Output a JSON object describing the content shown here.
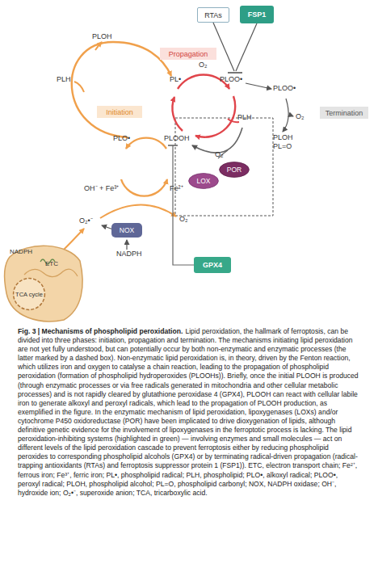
{
  "diagram": {
    "title": "Fig. 3 | Mechanisms of phospholipid peroxidation.",
    "caption": "Lipid peroxidation, the hallmark of ferroptosis, can be divided into three phases: initiation, propagation and termination. The mechanisms initiating lipid peroxidation are not yet fully understood, but can potentially occur by both non-enzymatic and enzymatic processes (the latter marked by a dashed box). Non-enzymatic lipid peroxidation is, in theory, driven by the Fenton reaction, which utilizes iron and oxygen to catalyse a chain reaction, leading to the propagation of phospholipid peroxidation (formation of phospholipid hydroperoxides (PLOOHs)). Briefly, once the initial PLOOH is produced (through enzymatic processes or via free radicals generated in mitochondria and other cellular metabolic processes) and is not rapidly cleared by glutathione peroxidase 4 (GPX4), PLOOH can react with cellular labile iron to generate alkoxyl and peroxyl radicals, which lead to the propagation of PLOOH production, as exemplified in the figure. In the enzymatic mechanism of lipid peroxidation, lipoxygenases (LOXs) and/or cytochrome P450 oxidoreductase (POR) have been implicated to drive dioxygenation of lipids, although definitive genetic evidence for the involvement of lipoxygenases in the ferroptotic process is lacking. The lipid peroxidation-inhibiting systems (highlighted in green) — involving enzymes and small molecules — act on different levels of the lipid peroxidation cascade to prevent ferroptosis either by reducing phospholipid peroxides to corresponding phospholipid alcohols (GPX4) or by terminating radical-driven propagation (radical-trapping antioxidants (RTAs) and ferroptosis suppressor protein 1 (FSP1)). ETC, electron transport chain; Fe²⁺, ferrous iron; Fe³⁺, ferric iron; PL•, phospholipid radical; PLH, phospholipid; PLO•, alkoxyl radical; PLOO•, peroxyl radical; PLOH, phospholipid alcohol; PL=O, phospholipid carbonyl; NOX, NADPH oxidase; OH⁻, hydroxide ion; O₂•⁻, superoxide anion; TCA, tricarboxylic acid.",
    "nodes": [
      {
        "text": [
          "RTAs"
        ]
      },
      {
        "text": [
          "FSP1"
        ]
      },
      {
        "text": [
          "Propagation"
        ]
      },
      {
        "text": [
          "Initiation"
        ]
      },
      {
        "text": [
          "Termination"
        ]
      },
      {
        "text": [
          "POR"
        ]
      },
      {
        "text": [
          "LOX"
        ]
      },
      {
        "text": [
          "NOX"
        ]
      },
      {
        "text": [
          "GPX4"
        ]
      },
      {
        "text": [
          "NADPH",
          "ETC"
        ]
      },
      {
        "text": [
          "TCA cycle"
        ],
        "in": 9
      }
    ],
    "labels": [
      "PLOH",
      "PLH",
      "PL•",
      "O₂",
      "PLOO•",
      "PLOO•",
      "O₂",
      "PLOH",
      "PL=O",
      "PLO•",
      "PLOOH",
      "PLH",
      "O₂",
      "OH⁻ + Fe³⁺",
      "Fe²⁺",
      "O₂•⁻",
      "O₂",
      "NADPH"
    ]
  }
}
